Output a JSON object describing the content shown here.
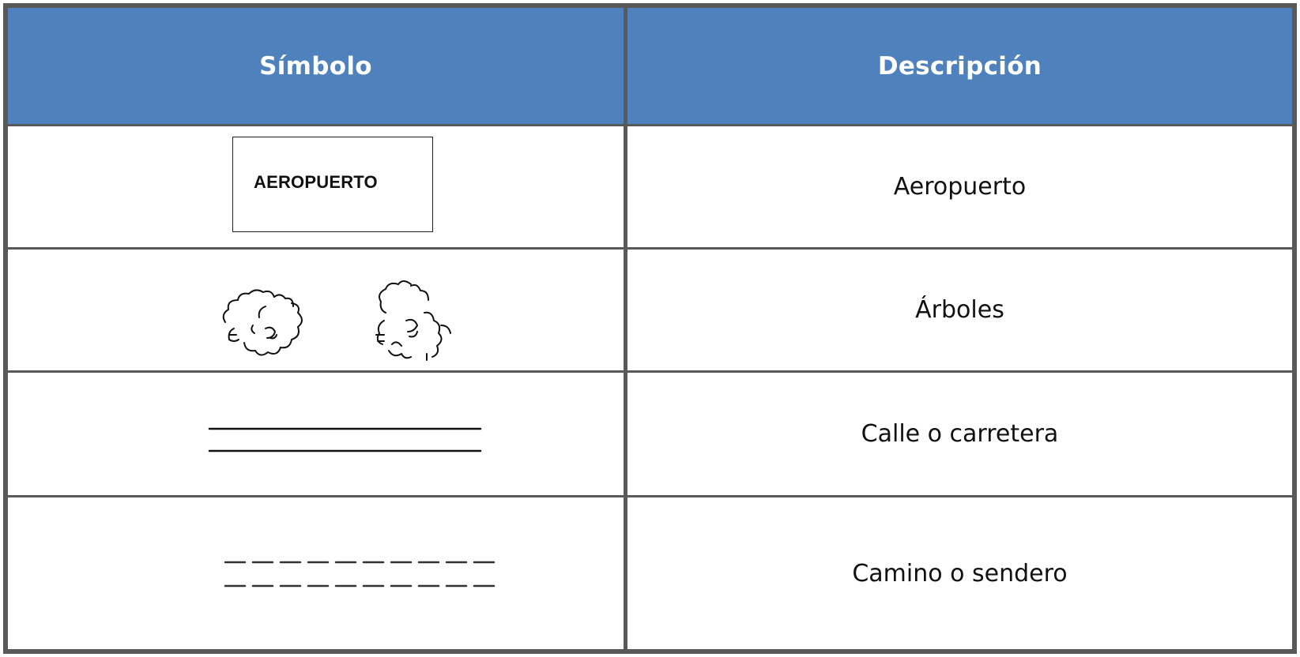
{
  "table": {
    "headers": {
      "symbol": "Símbolo",
      "description": "Descripción"
    },
    "rows": [
      {
        "symbol_type": "airport-box",
        "symbol_text": "AEROPUERTO",
        "description": "Aeropuerto"
      },
      {
        "symbol_type": "trees-icon",
        "description": "Árboles"
      },
      {
        "symbol_type": "road-icon",
        "description": "Calle o carretera"
      },
      {
        "symbol_type": "path-icon",
        "description": "Camino o sendero"
      }
    ]
  },
  "colors": {
    "header_background": "#4f81bd",
    "header_text": "#ffffff",
    "border": "#595959"
  }
}
